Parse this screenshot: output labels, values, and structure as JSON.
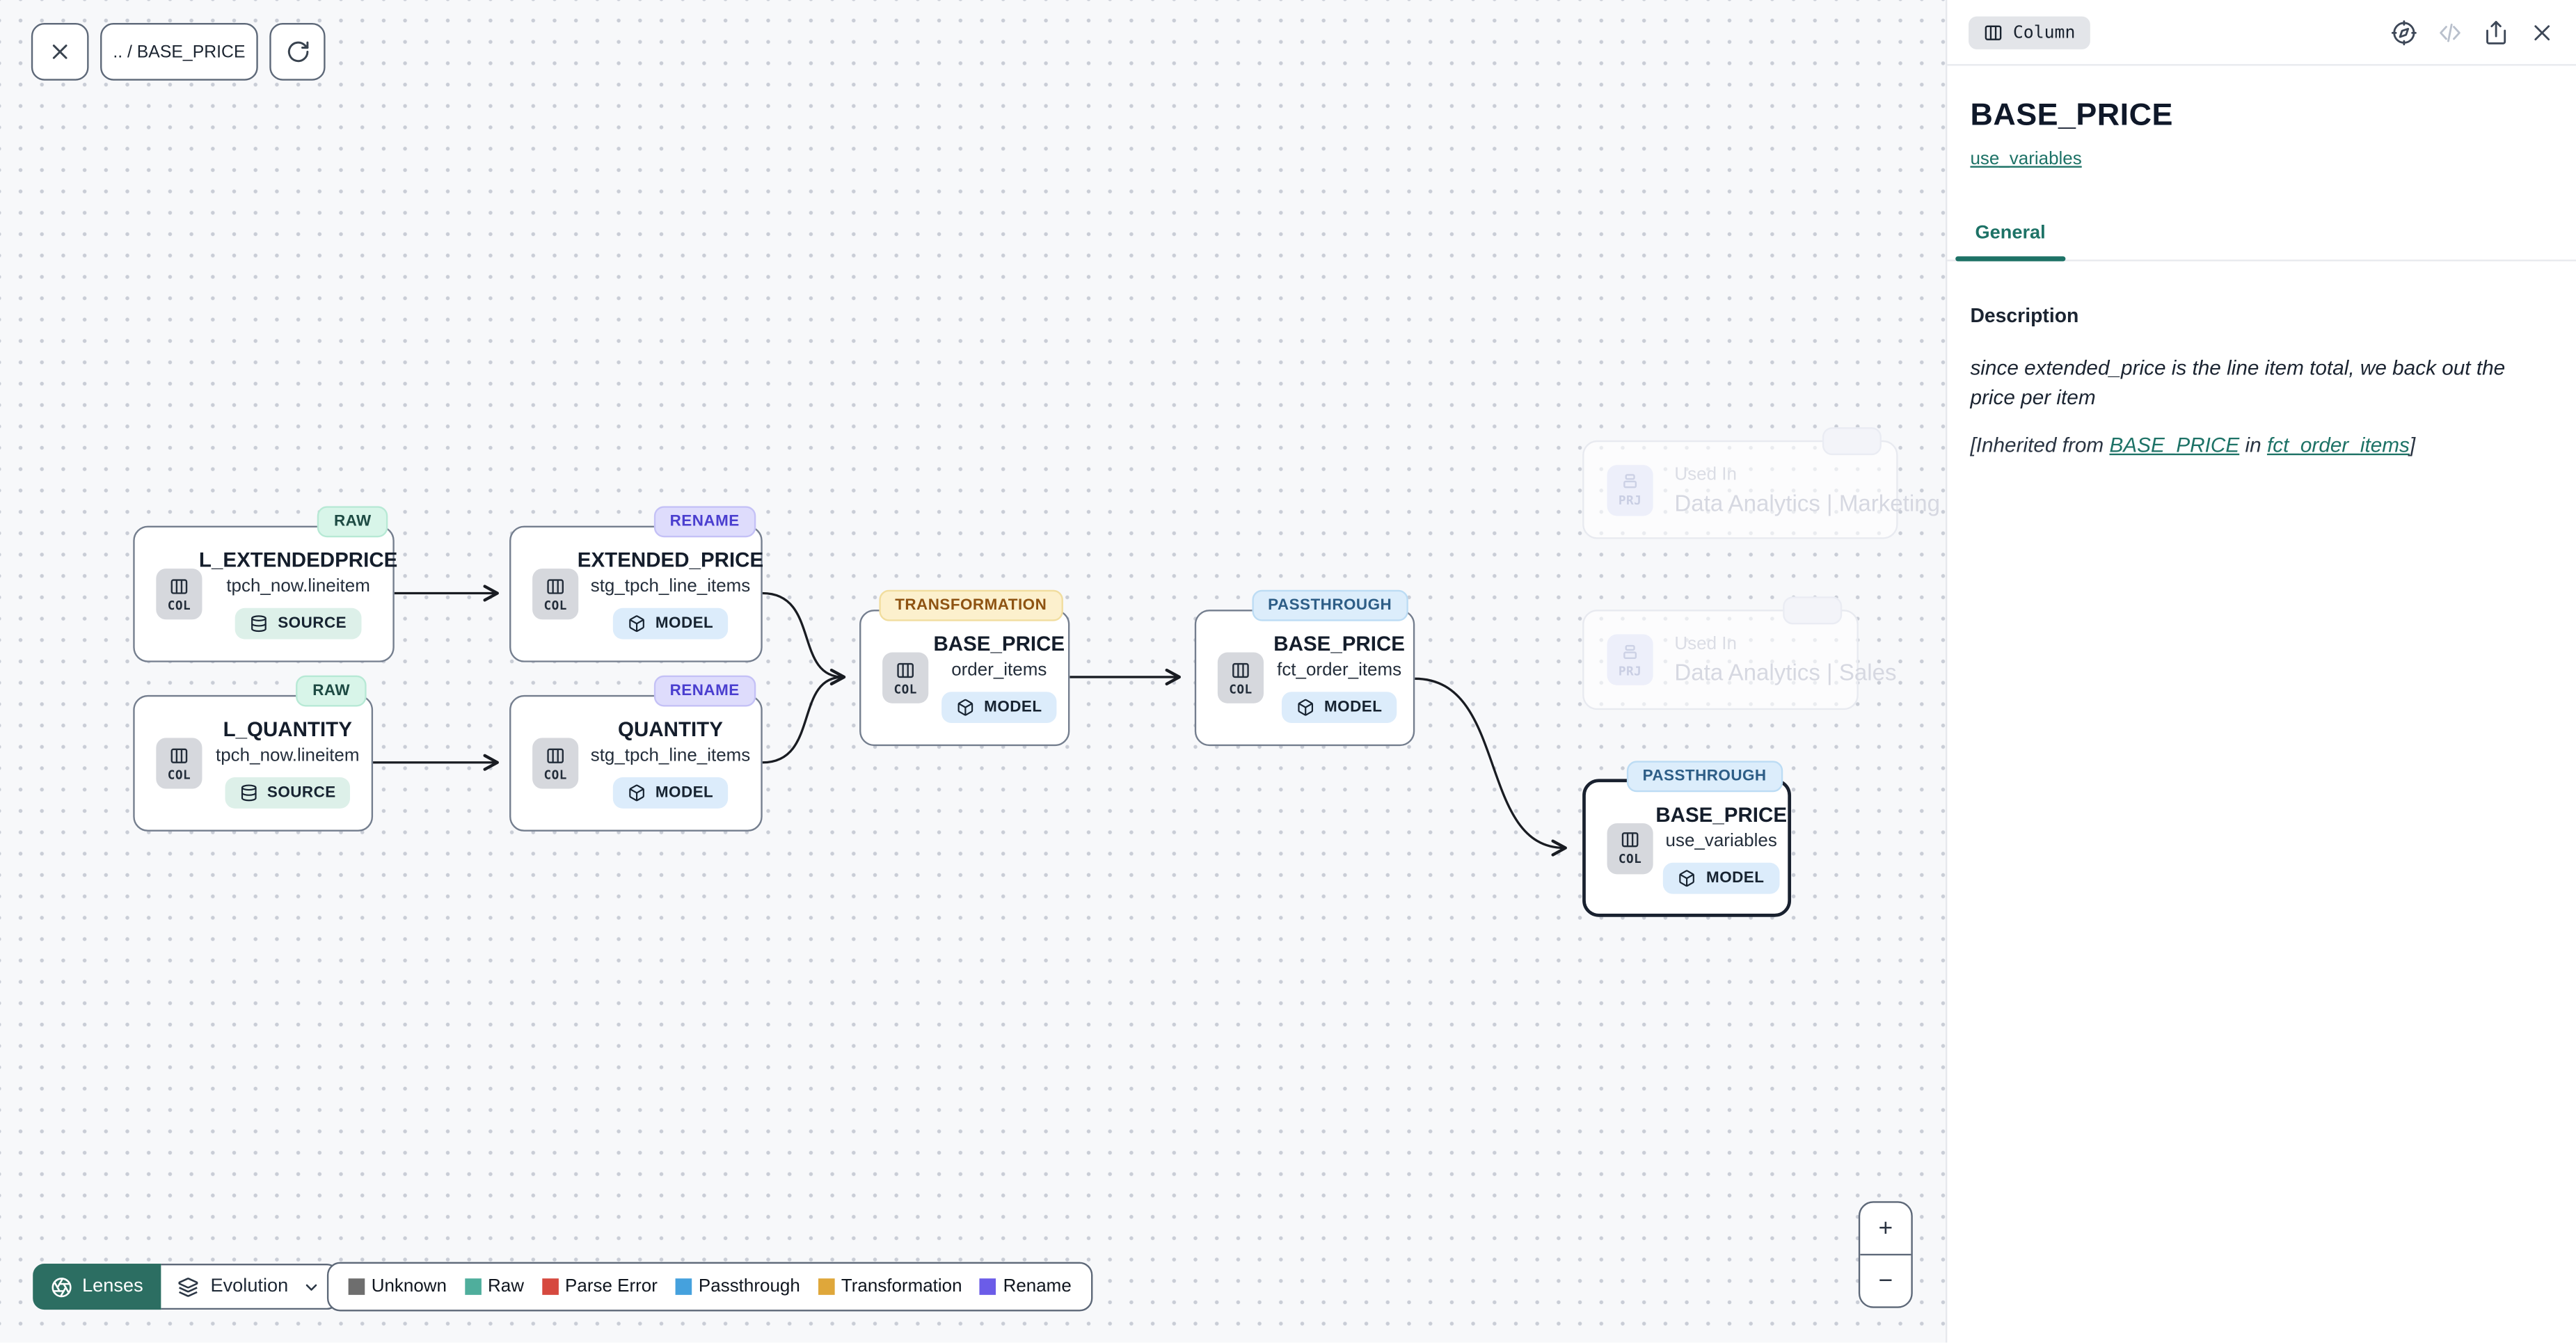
{
  "toolbar": {
    "breadcrumb": ".. / BASE_PRICE"
  },
  "canvas": {
    "nodes": [
      {
        "badge": "RAW",
        "chip": "COL",
        "title": "L_EXTENDEDPRICE",
        "subtitle": "tpch_now.lineitem",
        "type": "SOURCE"
      },
      {
        "badge": "RENAME",
        "chip": "COL",
        "title": "EXTENDED_PRICE",
        "subtitle": "stg_tpch_line_items",
        "type": "MODEL"
      },
      {
        "badge": "RAW",
        "chip": "COL",
        "title": "L_QUANTITY",
        "subtitle": "tpch_now.lineitem",
        "type": "SOURCE"
      },
      {
        "badge": "RENAME",
        "chip": "COL",
        "title": "QUANTITY",
        "subtitle": "stg_tpch_line_items",
        "type": "MODEL"
      },
      {
        "badge": "TRANSFORMATION",
        "chip": "COL",
        "title": "BASE_PRICE",
        "subtitle": "order_items",
        "type": "MODEL"
      },
      {
        "badge": "PASSTHROUGH",
        "chip": "COL",
        "title": "BASE_PRICE",
        "subtitle": "fct_order_items",
        "type": "MODEL"
      },
      {
        "badge": "PASSTHROUGH",
        "chip": "COL",
        "title": "BASE_PRICE",
        "subtitle": "use_variables",
        "type": "MODEL",
        "selected": true
      }
    ],
    "ghosts": [
      {
        "chip": "PRJ",
        "label": "Used In",
        "name": "Data Analytics | Marketing"
      },
      {
        "chip": "PRJ",
        "label": "Used In",
        "name": "Data Analytics | Sales"
      }
    ]
  },
  "footer": {
    "lenses_label": "Lenses",
    "lens_selected": "Evolution",
    "legend": [
      {
        "label": "Unknown",
        "color": "#6E6E6E"
      },
      {
        "label": "Raw",
        "color": "#4FAE9C"
      },
      {
        "label": "Parse Error",
        "color": "#D6493F"
      },
      {
        "label": "Passthrough",
        "color": "#45A1DD"
      },
      {
        "label": "Transformation",
        "color": "#DFA73A"
      },
      {
        "label": "Rename",
        "color": "#6B5CE8"
      }
    ]
  },
  "zoom_controls": {
    "zoom_in": "+",
    "zoom_out": "−"
  },
  "panel": {
    "type_chip": "Column",
    "title": "BASE_PRICE",
    "model_link": "use_variables",
    "tab_general": "General",
    "description_heading": "Description",
    "description_body": "since extended_price is the line item total, we back out the price per item",
    "inherited": {
      "prefix": "[Inherited from ",
      "link_column": "BASE_PRICE",
      "middle": " in ",
      "link_model": "fct_order_items",
      "suffix": "]"
    }
  },
  "colors": {
    "accent_teal": "#1D7266",
    "lenses_bg": "#2C6E62",
    "edge": "#191C22",
    "badge_raw_bg": "#D8F5E9",
    "badge_rename_bg": "#DEDCFC",
    "badge_transformation_bg": "#FCF0CD",
    "badge_passthrough_bg": "#DCEDFB",
    "type_source_bg": "#DDF0E9",
    "type_model_bg": "#DCECFB"
  },
  "icons": {
    "close": "x",
    "refresh": "rotate-cw",
    "columns": "columns",
    "database": "database",
    "model": "box-3d",
    "project": "tray-stack",
    "lenses": "aperture",
    "evolution": "layers",
    "chevron_down": "chevron-down",
    "compass": "compass",
    "code": "code-disabled",
    "share": "share-up",
    "panel_close": "x",
    "zoom_in": "plus",
    "zoom_out": "minus"
  }
}
